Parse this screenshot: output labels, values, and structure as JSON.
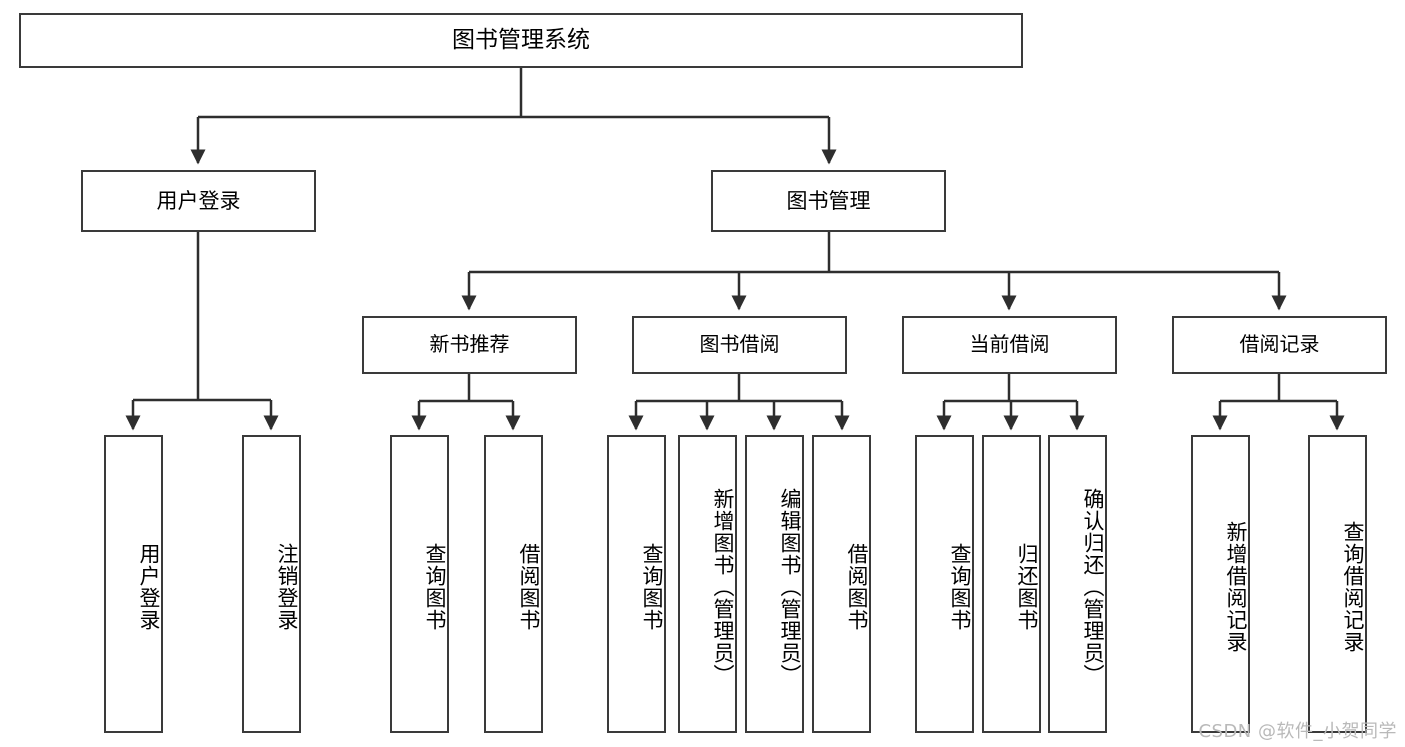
{
  "diagram": {
    "title": "图书管理系统",
    "type": "tree",
    "watermark": "CSDN @软件_小贺同学",
    "colors": {
      "node_border": "#3a3a3a",
      "node_fill": "#ffffff",
      "edge": "#2e2e2e",
      "text": "#000000",
      "watermark": "#b9b9b9"
    },
    "nodes": {
      "root": {
        "label": "图书管理系统"
      },
      "level2": [
        {
          "id": "user-login",
          "label": "用户登录"
        },
        {
          "id": "book-manage",
          "label": "图书管理"
        }
      ],
      "level3": [
        {
          "id": "new-book-recommend",
          "label": "新书推荐",
          "parent": "book-manage"
        },
        {
          "id": "book-borrow",
          "label": "图书借阅",
          "parent": "book-manage"
        },
        {
          "id": "current-borrow",
          "label": "当前借阅",
          "parent": "book-manage"
        },
        {
          "id": "borrow-record",
          "label": "借阅记录",
          "parent": "book-manage"
        }
      ],
      "leaves": [
        {
          "id": "leaf-user-login",
          "label": "用户登录",
          "parent": "user-login"
        },
        {
          "id": "leaf-logout-login",
          "label": "注销登录",
          "parent": "user-login"
        },
        {
          "id": "leaf-query-book-1",
          "label": "查询图书",
          "parent": "new-book-recommend"
        },
        {
          "id": "leaf-borrow-book-1",
          "label": "借阅图书",
          "parent": "new-book-recommend"
        },
        {
          "id": "leaf-query-book-2",
          "label": "查询图书",
          "parent": "book-borrow"
        },
        {
          "id": "leaf-add-book",
          "label": "新增图书（管理员）",
          "parent": "book-borrow"
        },
        {
          "id": "leaf-edit-book",
          "label": "编辑图书（管理员）",
          "parent": "book-borrow"
        },
        {
          "id": "leaf-borrow-book-2",
          "label": "借阅图书",
          "parent": "book-borrow"
        },
        {
          "id": "leaf-query-book-3",
          "label": "查询图书",
          "parent": "current-borrow"
        },
        {
          "id": "leaf-return-book",
          "label": "归还图书",
          "parent": "current-borrow"
        },
        {
          "id": "leaf-confirm-return",
          "label": "确认归还（管理员）",
          "parent": "current-borrow"
        },
        {
          "id": "leaf-add-record",
          "label": "新增借阅记录",
          "parent": "borrow-record"
        },
        {
          "id": "leaf-query-record",
          "label": "查询借阅记录",
          "parent": "borrow-record"
        }
      ]
    }
  }
}
